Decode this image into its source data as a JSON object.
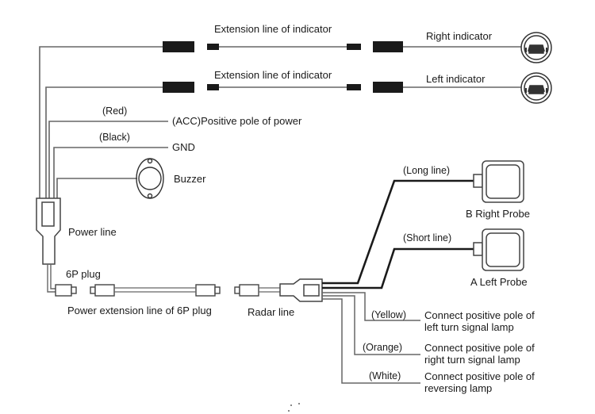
{
  "diagram": {
    "title": "Parking sensor wiring diagram",
    "indicators": {
      "extension_label_top": "Extension line of indicator",
      "extension_label_bottom": "Extension line of indicator",
      "right_indicator": "Right indicator",
      "left_indicator": "Left indicator"
    },
    "power": {
      "red_wire": "(Red)",
      "acc_label": "(ACC)Positive pole of power",
      "black_wire": "(Black)",
      "gnd_label": "GND",
      "buzzer_label": "Buzzer",
      "power_line_label": "Power line",
      "plug_label": "6P plug",
      "extension_label": "Power extension line of 6P plug",
      "radar_line_label": "Radar line"
    },
    "probes": {
      "long_line": "(Long line)",
      "b_right_probe": "B Right Probe",
      "short_line": "(Short line)",
      "a_left_probe": "A Left Probe"
    },
    "signal_wires": [
      {
        "color_label": "(Yellow)",
        "line1": "Connect positive pole of",
        "line2": "left turn signal lamp"
      },
      {
        "color_label": "(Orange)",
        "line1": "Connect positive pole of",
        "line2": "right turn signal lamp"
      },
      {
        "color_label": "(White)",
        "line1": "Connect positive pole of",
        "line2": "reversing lamp"
      }
    ],
    "colors": {
      "line": "#555555",
      "connector": "#1a1a1a",
      "text": "#1a1a1a"
    }
  }
}
